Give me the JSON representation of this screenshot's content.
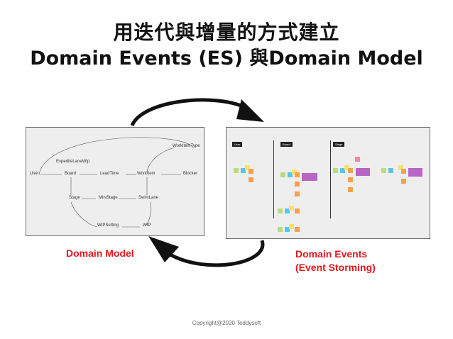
{
  "title": {
    "line1": "用迭代與增量的方式建立",
    "line2": "Domain Events (ES) 與Domain Model"
  },
  "domain_model_diagram": {
    "nodes": {
      "expedite_lane_wip": "ExpediteLaneWip",
      "work_item_type": "WorkItemType",
      "user": "User",
      "board": "Board",
      "lead_time": "LeadTime",
      "work_item": "WorkItem",
      "blocker": "Blocker",
      "stage": "Stage",
      "mini_stage": "MiniStage",
      "swim_lane": "SwimLane",
      "wip_setting": "WIPSetting",
      "wip": "WIP"
    }
  },
  "event_storming_board": {
    "lanes": [
      "User",
      "Board",
      "Stage"
    ]
  },
  "labels": {
    "domain_model": "Domain Model",
    "domain_events_line1": "Domain Events",
    "domain_events_line2": "(Event Storming)"
  },
  "copyright": "Copyright@2020 Teddysoft",
  "colors": {
    "label_red": "#e0161f",
    "panel_bg": "#eeeeee",
    "arrow": "#111111"
  }
}
